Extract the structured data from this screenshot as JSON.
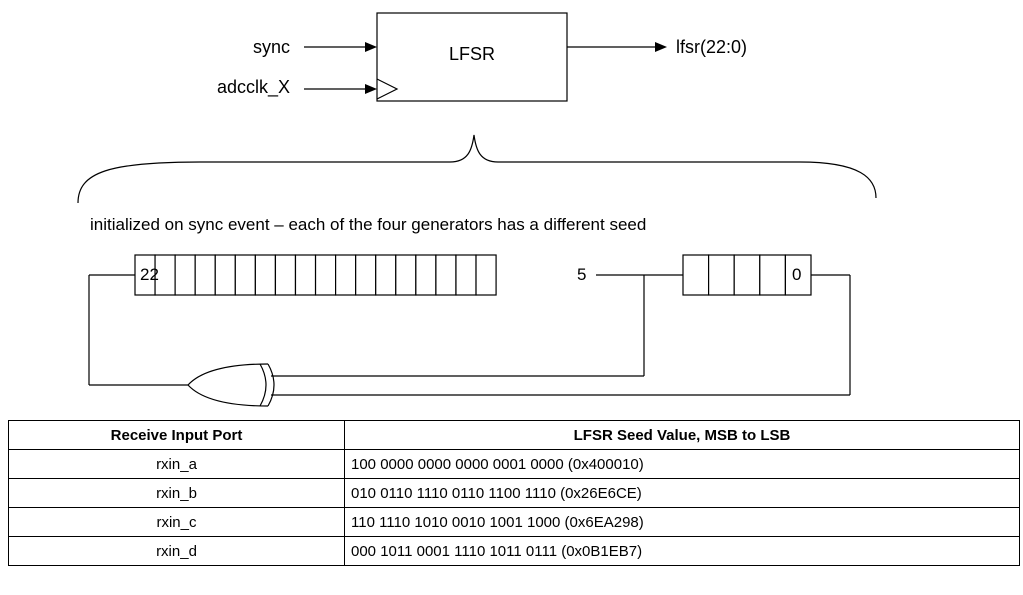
{
  "block": {
    "title": "LFSR",
    "inputs": [
      "sync",
      "adcclk_X"
    ],
    "output": "lfsr(22:0)"
  },
  "caption": "initialized on sync event – each of the four generators has a different seed",
  "register": {
    "msb_label": "22",
    "tap_label": "5",
    "lsb_label": "0"
  },
  "table": {
    "headers": [
      "Receive Input Port",
      "LFSR Seed Value, MSB to LSB"
    ],
    "rows": [
      {
        "port": "rxin_a",
        "seed": "100 0000 0000 0000 0001 0000 (0x400010)"
      },
      {
        "port": "rxin_b",
        "seed": "010 0110 1110 0110 1100 1110 (0x26E6CE)"
      },
      {
        "port": "rxin_c",
        "seed": "110 1110 1010 0010 1001 1000 (0x6EA298)"
      },
      {
        "port": "rxin_d",
        "seed": "000 1011 0001 1110 1011 0111 (0x0B1EB7)"
      }
    ]
  }
}
